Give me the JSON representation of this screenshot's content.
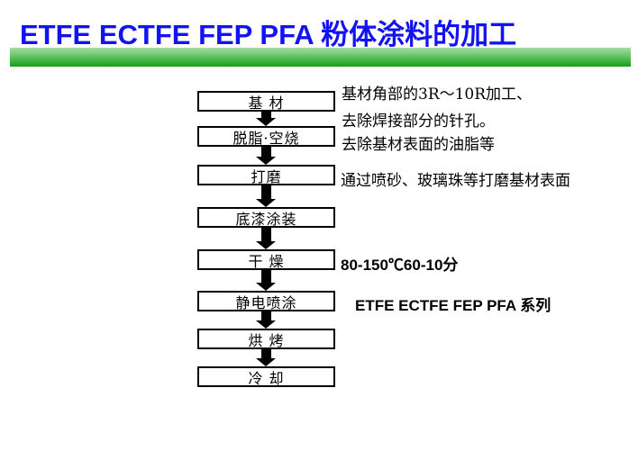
{
  "title": "ETFE ECTFE FEP PFA 粉体涂料的加工",
  "colors": {
    "title_text": "#1212f2",
    "bar_gradient_top": "#a3dda3",
    "bar_gradient_bottom": "#12a012",
    "box_border": "#000000",
    "text": "#000000",
    "background": "#ffffff"
  },
  "flow": {
    "steps": [
      {
        "label": "基 材"
      },
      {
        "label": "脱脂·空烧"
      },
      {
        "label": "打磨"
      },
      {
        "label": "底漆涂装"
      },
      {
        "label": "干 燥"
      },
      {
        "label": "静电喷涂"
      },
      {
        "label": "烘 烤"
      },
      {
        "label": "冷 却"
      }
    ]
  },
  "annotations": {
    "substrate_line1": "基材角部的3R～10R加工、",
    "substrate_line2": "去除焊接部分的针孔。",
    "degrease": "去除基材表面的油脂等",
    "sanding": "通过喷砂、玻璃珠等打磨基材表面",
    "drying": "80-150℃60-10分",
    "spraying": "ETFE ECTFE FEP PFA  系列"
  }
}
